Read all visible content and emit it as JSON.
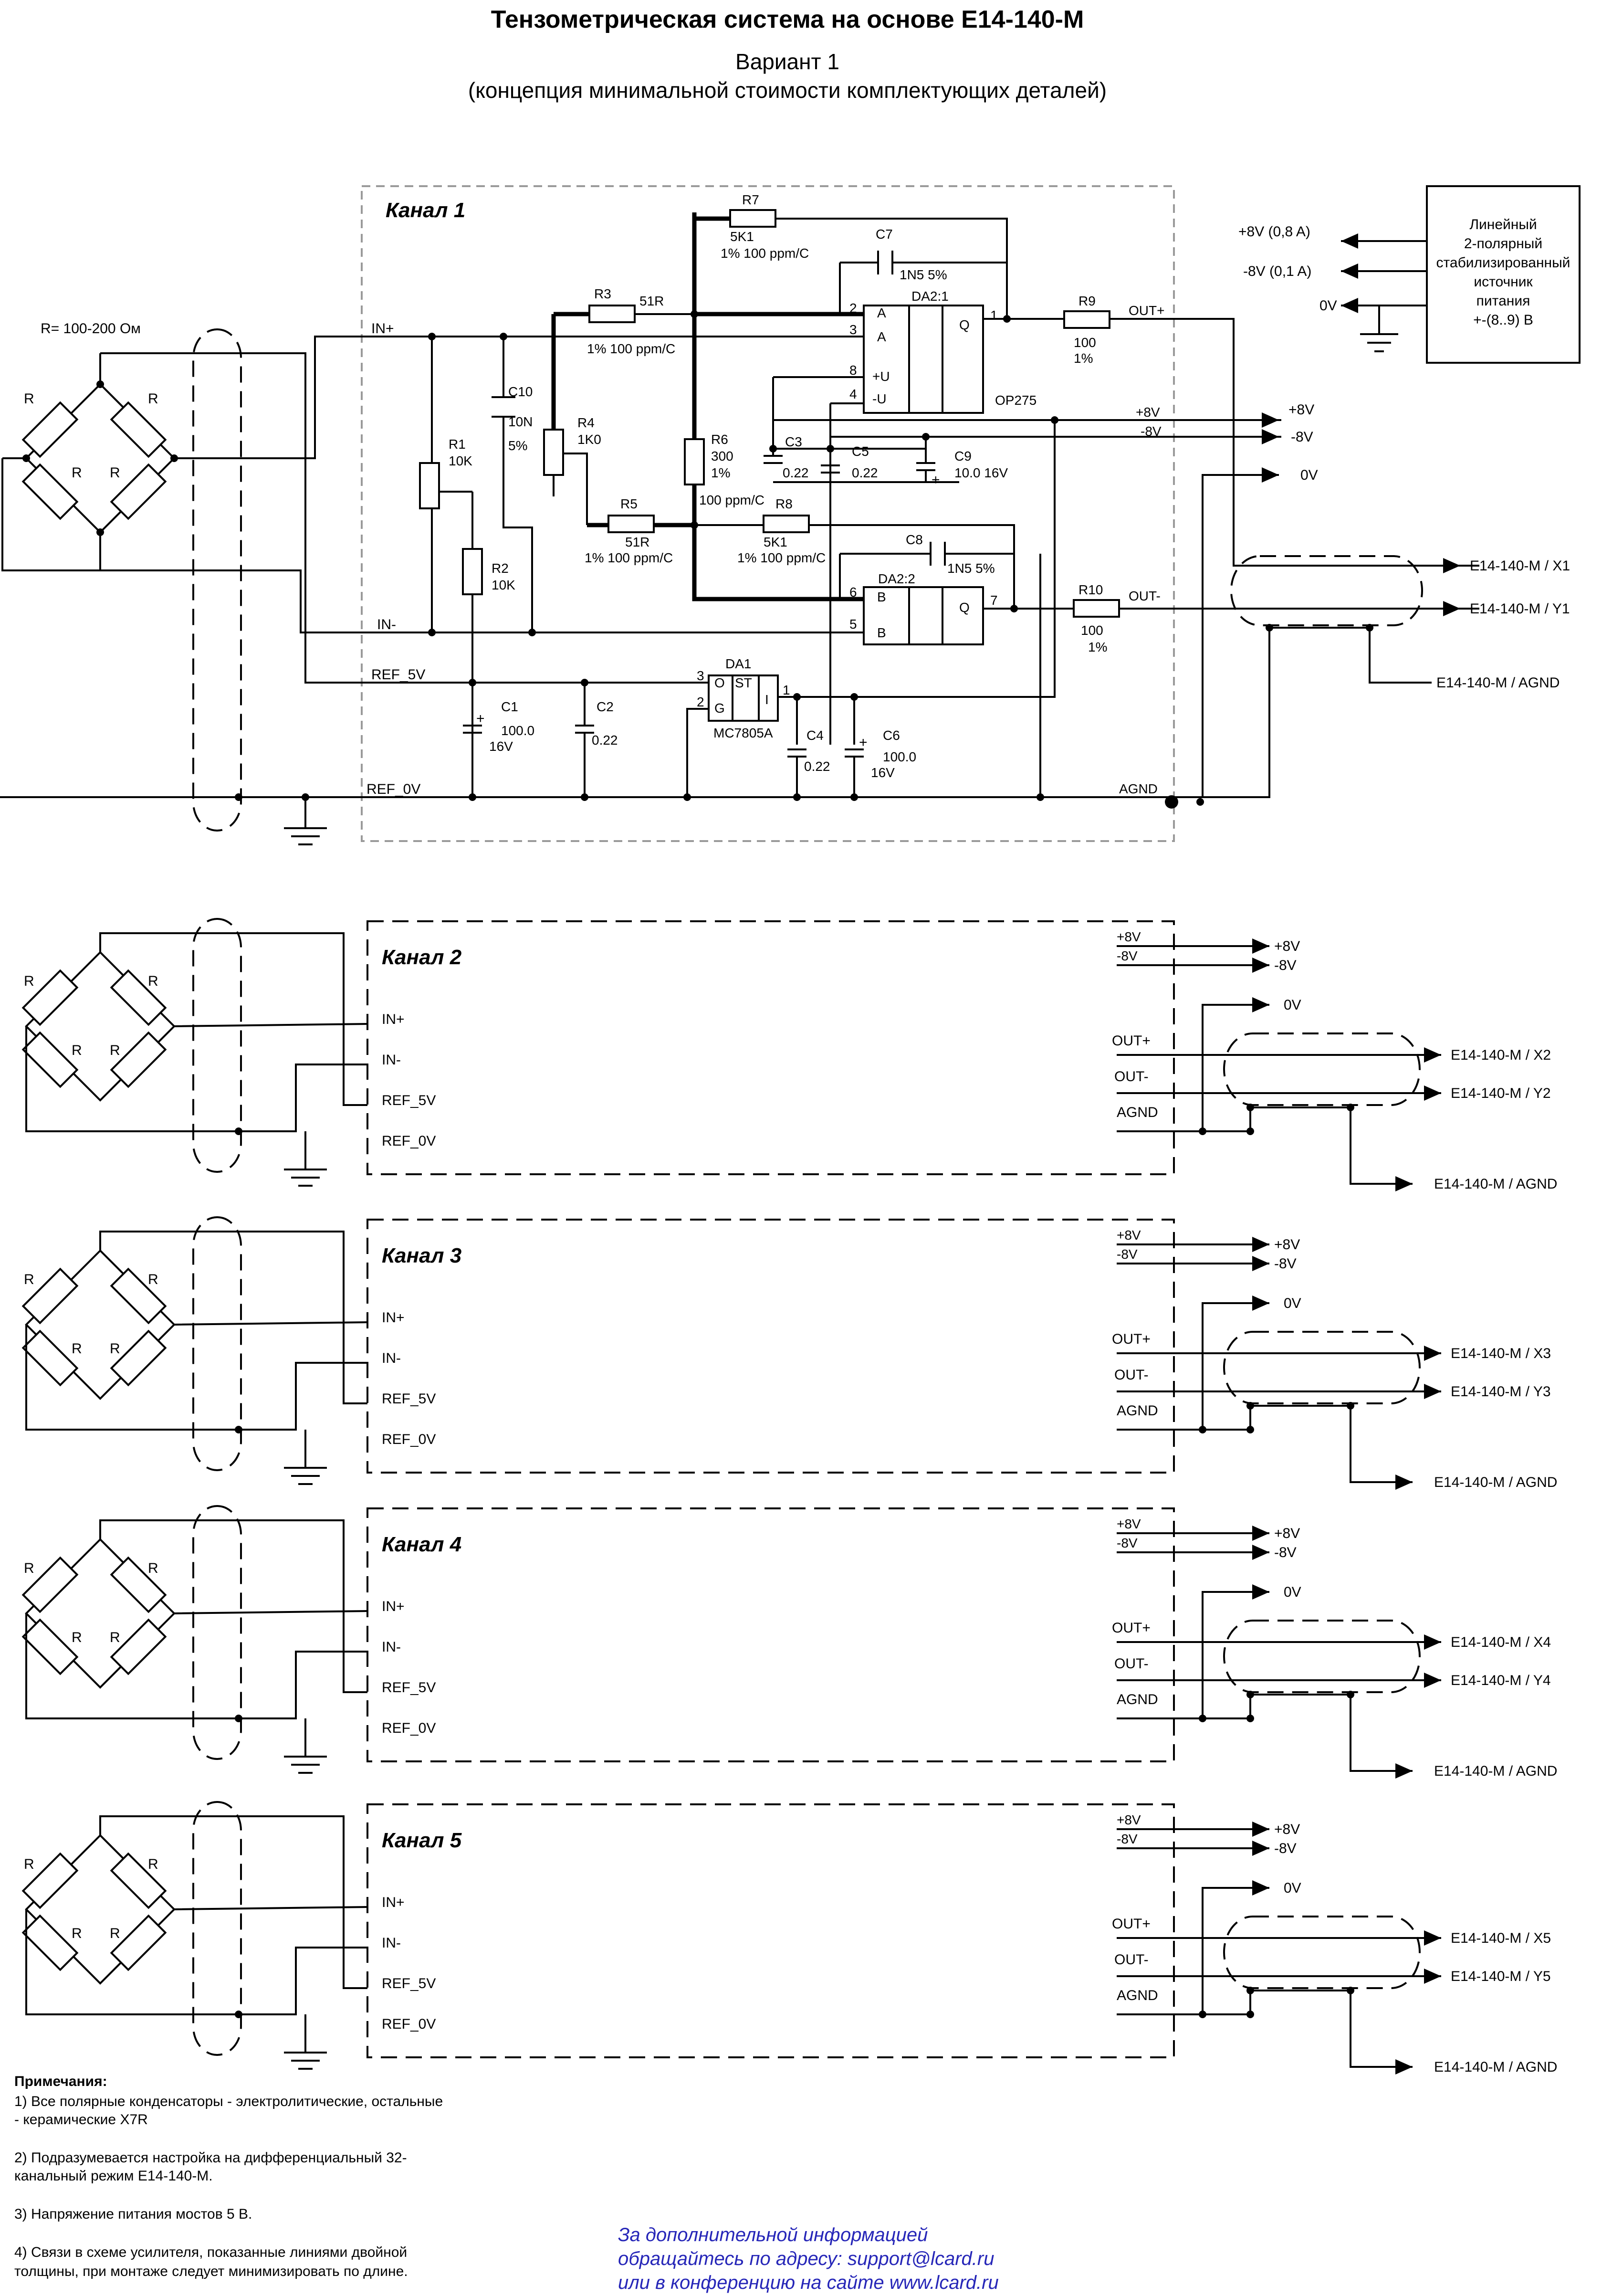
{
  "header": {
    "title": "Тензометрическая система на основе Е14-140-М",
    "variant": "Вариант 1",
    "concept": "(концепция минимальной стоимости комплектующих деталей)"
  },
  "bridge": {
    "value_label": "R= 100-200 Ом",
    "arm": "R"
  },
  "channel1": {
    "title": "Канал 1",
    "pins": {
      "in_plus": "IN+",
      "in_minus": "IN-",
      "ref5": "REF_5V",
      "ref0": "REF_0V",
      "agnd": "AGND",
      "outp": "OUT+",
      "outm": "OUT-",
      "p8": "+8V",
      "m8": "-8V"
    },
    "R1": [
      "R1",
      "10K"
    ],
    "R2": [
      "R2",
      "10K"
    ],
    "R3": [
      "R3",
      "51R",
      "1%  100 ppm/C"
    ],
    "R4": [
      "R4",
      "1K0"
    ],
    "R5": [
      "R5",
      "51R",
      "1%  100 ppm/C"
    ],
    "R6": [
      "R6",
      "300",
      "1%",
      "100 ppm/C"
    ],
    "R7": [
      "R7",
      "5K1",
      "1%  100 ppm/C"
    ],
    "R8": [
      "R8",
      "5K1",
      "1%  100 ppm/C"
    ],
    "R9": [
      "R9",
      "100",
      "1%"
    ],
    "R10": [
      "R10",
      "100",
      "1%"
    ],
    "C1": [
      "C1",
      "100.0",
      "16V"
    ],
    "C2": [
      "C2",
      "0.22"
    ],
    "C3": [
      "C3",
      "0.22"
    ],
    "C4": [
      "C4",
      "0.22"
    ],
    "C5": [
      "C5",
      "0.22"
    ],
    "C6": [
      "C6",
      "100.0",
      "16V"
    ],
    "C7": [
      "C7",
      "1N5  5%"
    ],
    "C8": [
      "C8",
      "1N5  5%"
    ],
    "C9": [
      "C9",
      "10.0 16V"
    ],
    "C10": [
      "C10",
      "10N",
      "5%"
    ],
    "DA1": {
      "name": "DA1",
      "part": "MC7805A",
      "pins": [
        "O",
        "ST",
        "I",
        "G",
        "3",
        "2",
        "1"
      ]
    },
    "DA21": {
      "name": "DA2:1",
      "part": "OP275",
      "pins": [
        "A",
        "A",
        "Q",
        "+U",
        "-U",
        "2",
        "3",
        "1",
        "8",
        "4"
      ]
    },
    "DA22": {
      "name": "DA2:2",
      "pins": [
        "B",
        "B",
        "Q",
        "6",
        "5",
        "7"
      ]
    }
  },
  "power_supply": {
    "lines": [
      "Линейный",
      "2-полярный",
      "стабилизированный",
      "источник",
      "питания",
      "+-(8..9) В"
    ],
    "outputs": [
      "+8V  (0,8 A)",
      "-8V (0,1 A)",
      "0V"
    ]
  },
  "rails": {
    "p8": "+8V",
    "m8": "-8V",
    "zero": "0V"
  },
  "connector_labels": {
    "ch1": [
      "E14-140-M / X1",
      "E14-140-M / Y1",
      "E14-140-M / AGND"
    ],
    "ch2": [
      "E14-140-M / X2",
      "E14-140-M / Y2",
      "E14-140-M / AGND"
    ],
    "ch3": [
      "E14-140-M / X3",
      "E14-140-M / Y3",
      "E14-140-M / AGND"
    ],
    "ch4": [
      "E14-140-M / X4",
      "E14-140-M / Y4",
      "E14-140-M / AGND"
    ],
    "ch5": [
      "E14-140-M / X5",
      "E14-140-M / Y5",
      "E14-140-M / AGND"
    ]
  },
  "channels": [
    "Канал 2",
    "Канал 3",
    "Канал 4",
    "Канал 5"
  ],
  "channel_pins": {
    "in_plus": "IN+",
    "in_minus": "IN-",
    "ref5": "REF_5V",
    "ref0": "REF_0V",
    "outp": "OUT+",
    "outm": "OUT-",
    "agnd": "AGND",
    "p8": "+8V",
    "m8": "-8V",
    "zero": "0V"
  },
  "notes": {
    "heading": "Примечания:",
    "lines": [
      "1) Все полярные конденсаторы - электролитические, остальные",
      "- керамические X7R",
      "2) Подразумевается настройка на дифференциальный 32-",
      "канальный режим Е14-140-М.",
      "3) Напряжение питания мостов 5 В.",
      "4) Связи в схеме усилителя, показанные линиями двойной",
      "толщины, при монтаже следует минимизировать по длине."
    ]
  },
  "contact": [
    "За дополнительной информацией",
    "обращайтесь по адресу: support@lcard.ru",
    "или в конференцию на сайте www.lcard.ru"
  ]
}
